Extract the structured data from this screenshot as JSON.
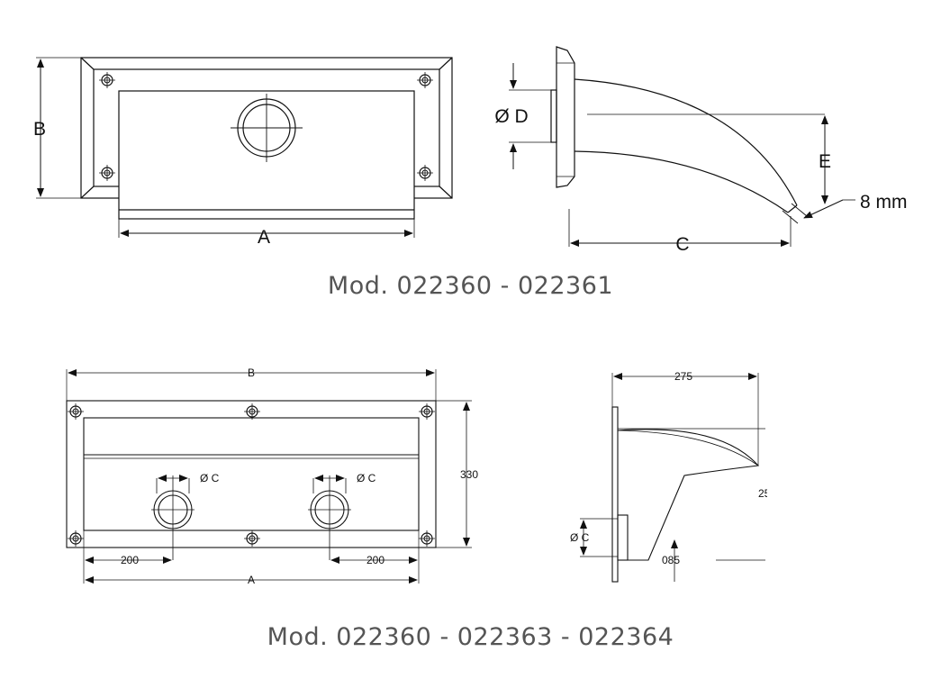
{
  "top": {
    "caption": "Mod. 022360 - 022361",
    "front_view": {
      "dim_height": "B",
      "dim_width": "A"
    },
    "side_view": {
      "dim_diameter": "Ø D",
      "dim_offset": "E",
      "dim_lip": "8 mm",
      "dim_projection": "C"
    }
  },
  "bottom": {
    "caption": "Mod. 022360 - 022363 - 022364",
    "front_view": {
      "dim_width_top": "B",
      "dim_height": "330",
      "dim_left_offset": "200",
      "dim_right_offset": "200",
      "dim_width_bottom": "A",
      "dim_pipe_left": "Ø C",
      "dim_pipe_right": "Ø C"
    },
    "side_view": {
      "dim_projection": "275",
      "dim_pipe": "Ø C",
      "dim_pipe_height": "085",
      "dim_cut_label": "25"
    }
  }
}
